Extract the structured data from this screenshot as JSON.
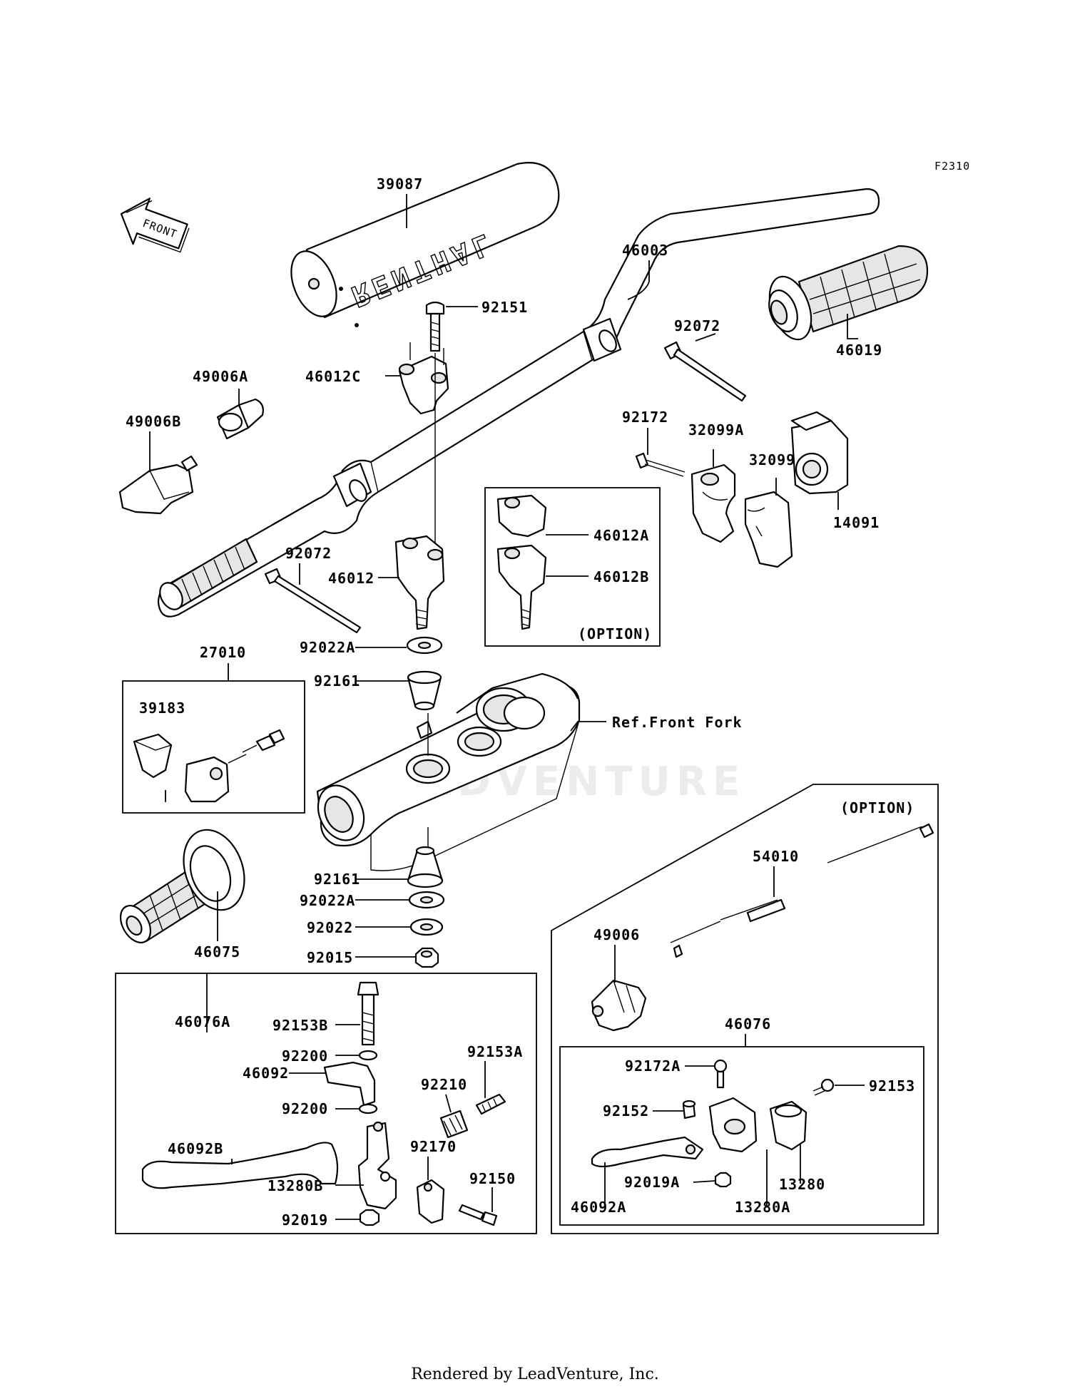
{
  "diagram_code": "F2310",
  "front_label": "FRONT",
  "brand_text": "RENTHAL",
  "watermark": "LEADVENTURE",
  "footer": "Rendered by LeadVenture, Inc.",
  "labels": {
    "p39087": "39087",
    "p46003": "46003",
    "p92151": "92151",
    "p92072a": "92072",
    "p46019": "46019",
    "p46012c": "46012C",
    "p49006a": "49006A",
    "p49006b": "49006B",
    "p92172": "92172",
    "p32099a": "32099A",
    "p32099": "32099",
    "p14091": "14091",
    "p46012a": "46012A",
    "p46012b": "46012B",
    "option1": "(OPTION)",
    "p46012": "46012",
    "p92072b": "92072",
    "p27010": "27010",
    "p39183": "39183",
    "p92022a1": "92022A",
    "p92161a": "92161",
    "ref_front_fork": "Ref.Front Fork",
    "p46075": "46075",
    "p92161b": "92161",
    "p92022a2": "92022A",
    "p92022": "92022",
    "p92015": "92015",
    "option2": "(OPTION)",
    "p54010": "54010",
    "p49006": "49006",
    "p46076": "46076",
    "p46076a": "46076A",
    "p92153b": "92153B",
    "p92200a": "92200",
    "p46092": "46092",
    "p92153a": "92153A",
    "p92210": "92210",
    "p92200b": "92200",
    "p46092b": "46092B",
    "p92170": "92170",
    "p13280b": "13280B",
    "p92150": "92150",
    "p92019": "92019",
    "p92172a": "92172A",
    "p92153": "92153",
    "p92152": "92152",
    "p92019a": "92019A",
    "p46092a": "46092A",
    "p13280a": "13280A",
    "p13280": "13280"
  }
}
